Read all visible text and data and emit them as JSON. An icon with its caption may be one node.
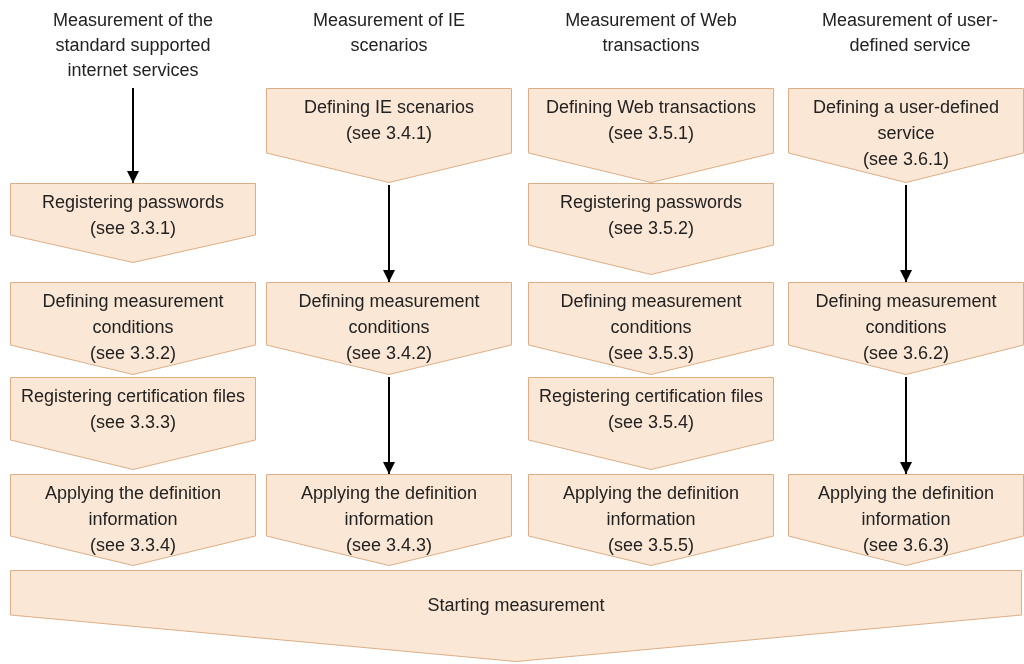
{
  "diagram": {
    "nodes": [
      {
        "text": [
          "Measurement of the standard supported internet services"
        ]
      },
      {
        "text": [
          "Defining IE scenarios",
          "(see 3.4.1)"
        ]
      },
      {
        "text": [
          "Defining Web transactions",
          "(see 3.5.1)"
        ]
      },
      {
        "text": [
          "Defining a user-defined service",
          "(see 3.6.1)"
        ]
      },
      {
        "text": [
          "Registering passwords",
          "(see 3.3.1)"
        ]
      },
      {
        "text": [
          "Registering passwords",
          "(see 3.5.2)"
        ]
      },
      {
        "text": [
          "Defining measurement conditions",
          "(see 3.3.2)"
        ]
      },
      {
        "text": [
          "Defining measurement conditions",
          "(see 3.4.2)"
        ]
      },
      {
        "text": [
          "Defining measurement conditions",
          "(see 3.5.3)"
        ]
      },
      {
        "text": [
          "Defining measurement conditions",
          "(see 3.6.2)"
        ]
      },
      {
        "text": [
          "Registering certification files",
          "(see 3.3.3)"
        ]
      },
      {
        "text": [
          "Registering certification files",
          "(see 3.5.4)"
        ]
      },
      {
        "text": [
          "Applying the definition information",
          "(see 3.3.4)"
        ]
      },
      {
        "text": [
          "Applying the definition information",
          "(see 3.4.3)"
        ]
      },
      {
        "text": [
          "Applying the definition information",
          "(see 3.5.5)"
        ]
      },
      {
        "text": [
          "Applying the definition information",
          "(see 3.6.3)"
        ]
      },
      {
        "text": [
          "Starting measurement"
        ]
      }
    ],
    "edges": [
      {
        "from": 0,
        "to": 4,
        "arrow": "to"
      },
      {
        "from": 1,
        "to": 7,
        "arrow": "to"
      },
      {
        "from": 7,
        "to": 13,
        "arrow": "to"
      },
      {
        "from": 3,
        "to": 9,
        "arrow": "to"
      },
      {
        "from": 9,
        "to": 15,
        "arrow": "to"
      }
    ],
    "labels": [
      "Measurement of IE scenarios",
      "Measurement of Web transactions",
      "Measurement of user-defined service"
    ]
  }
}
